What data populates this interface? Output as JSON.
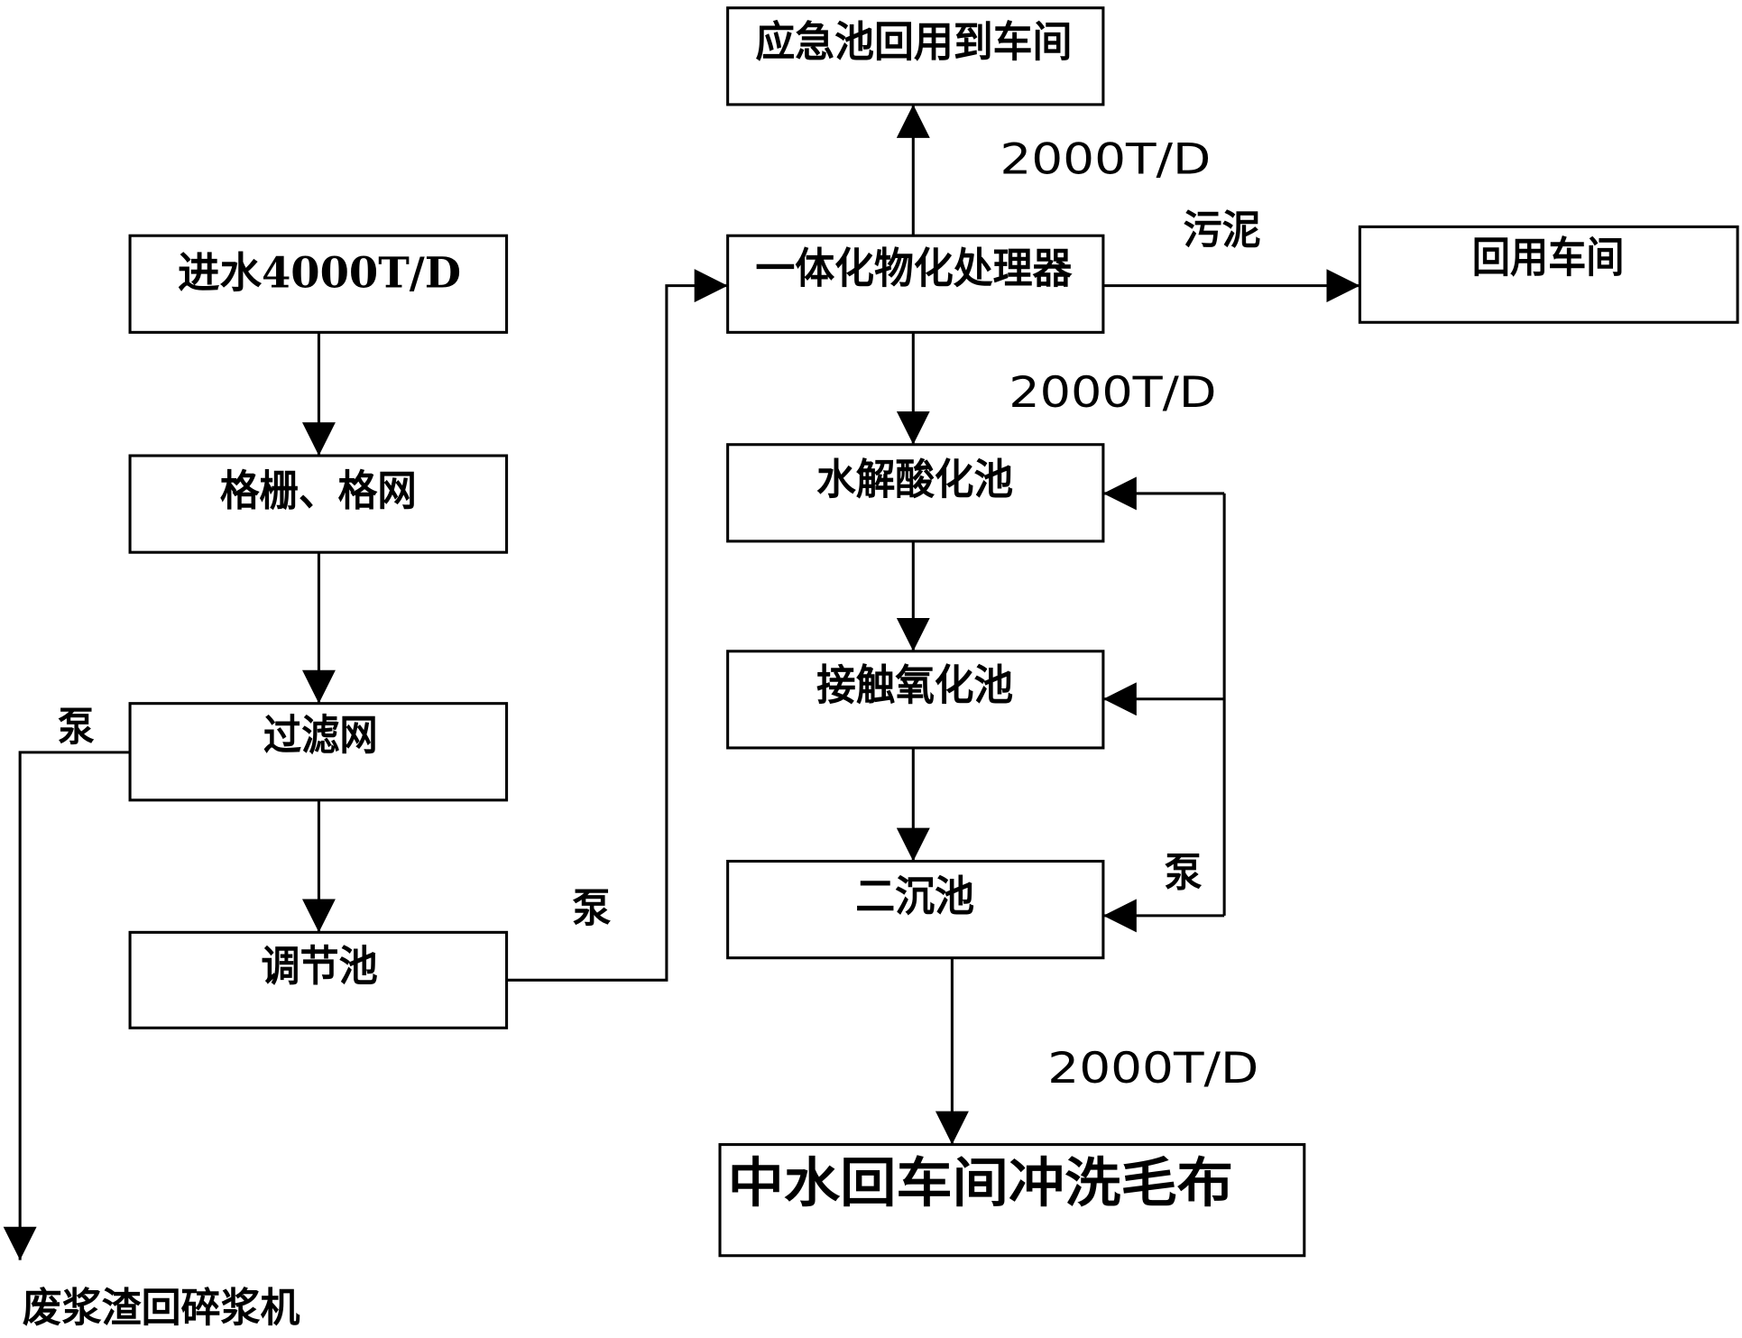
{
  "nodes": {
    "emergency_pool": "应急池回用到车间",
    "intake": "进水4000T/D",
    "integrated_treatment": "一体化物化处理器",
    "reuse_workshop": "回用车间",
    "screen": "格栅、格网",
    "hydrolysis_acidification": "水解酸化池",
    "contact_oxidation": "接触氧化池",
    "filter_screen": "过滤网",
    "secondary_clarifier": "二沉池",
    "equalization_tank": "调节池",
    "reclaimed_water": "中水回车间冲洗毛布",
    "waste_pulp": "废浆渣回碎浆机"
  },
  "edge_labels": {
    "flow_to_emergency": "2000T/D",
    "sludge": "污泥",
    "flow_to_hydrolysis": "2000T/D",
    "pump_filter": "泵",
    "pump_equalization": "泵",
    "pump_recycle": "泵",
    "flow_to_reclaimed": "2000T/D"
  },
  "colors": {
    "stroke": "#000000",
    "background": "#ffffff"
  }
}
